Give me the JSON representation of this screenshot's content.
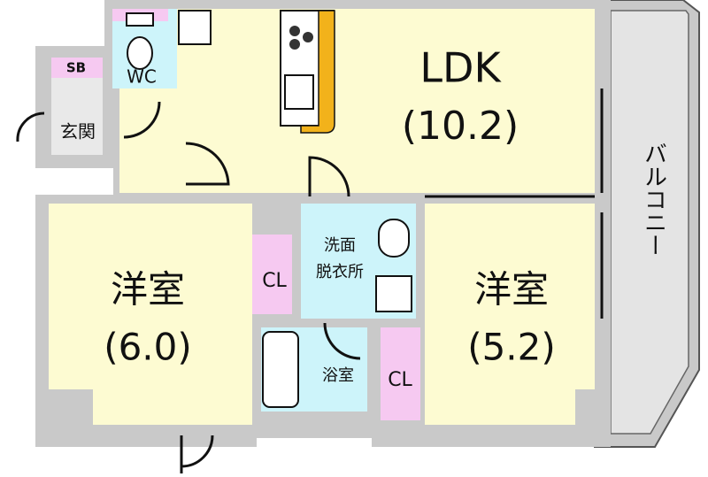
{
  "rooms": {
    "ldk": {
      "name": "LDK",
      "size": "(10.2)"
    },
    "western_left": {
      "name": "洋室",
      "size": "(6.0)"
    },
    "western_right": {
      "name": "洋室",
      "size": "(5.2)"
    },
    "wc": {
      "name": "WC"
    },
    "shoe_box": {
      "name": "SB"
    },
    "entrance": {
      "name": "玄関"
    },
    "closet_left": {
      "name": "CL"
    },
    "closet_right": {
      "name": "CL"
    },
    "washroom": {
      "line1": "洗面",
      "line2": "脱衣所"
    },
    "bathroom": {
      "name": "浴室"
    },
    "balcony": {
      "name": "バルコニー"
    }
  },
  "colors": {
    "wall": "#c9c9c9",
    "living": "#fdfbd2",
    "wet": "#cdf4fa",
    "closet": "#f6c9f1",
    "ink": "#111111",
    "counter": "#f2b21b"
  }
}
